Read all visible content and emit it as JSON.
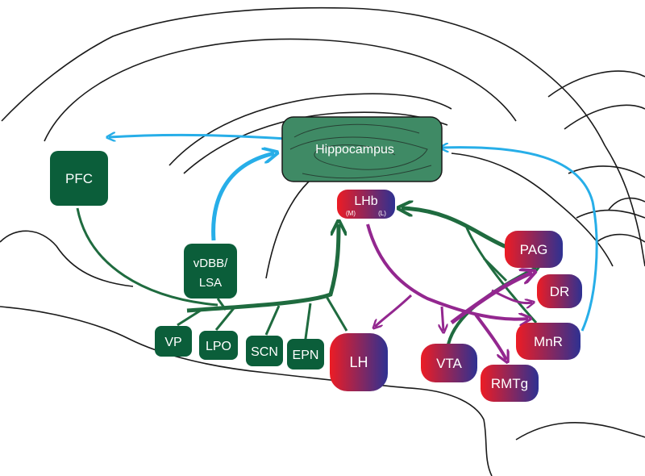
{
  "colors": {
    "green_box": "#0b5e3a",
    "green_path": "#1f6b3f",
    "hippocampus_fill": "#3f8a65",
    "blue_path": "#27aee8",
    "purple_path": "#93278f",
    "red": "#ed1c24",
    "navy": "#2e3192",
    "outline": "#1a1a1a"
  },
  "regions": {
    "hippocampus": "Hippocampus",
    "pfc": "PFC",
    "vdbb": "vDBB/",
    "lsa": "LSA",
    "vp": "VP",
    "lpo": "LPO",
    "scn": "SCN",
    "epn": "EPN",
    "lh": "LH",
    "lhb": "LHb",
    "lhb_medial": "(M)",
    "lhb_lateral": "(L)",
    "vta": "VTA",
    "rmtg": "RMTg",
    "pag": "PAG",
    "dr": "DR",
    "mnr": "MnR"
  }
}
